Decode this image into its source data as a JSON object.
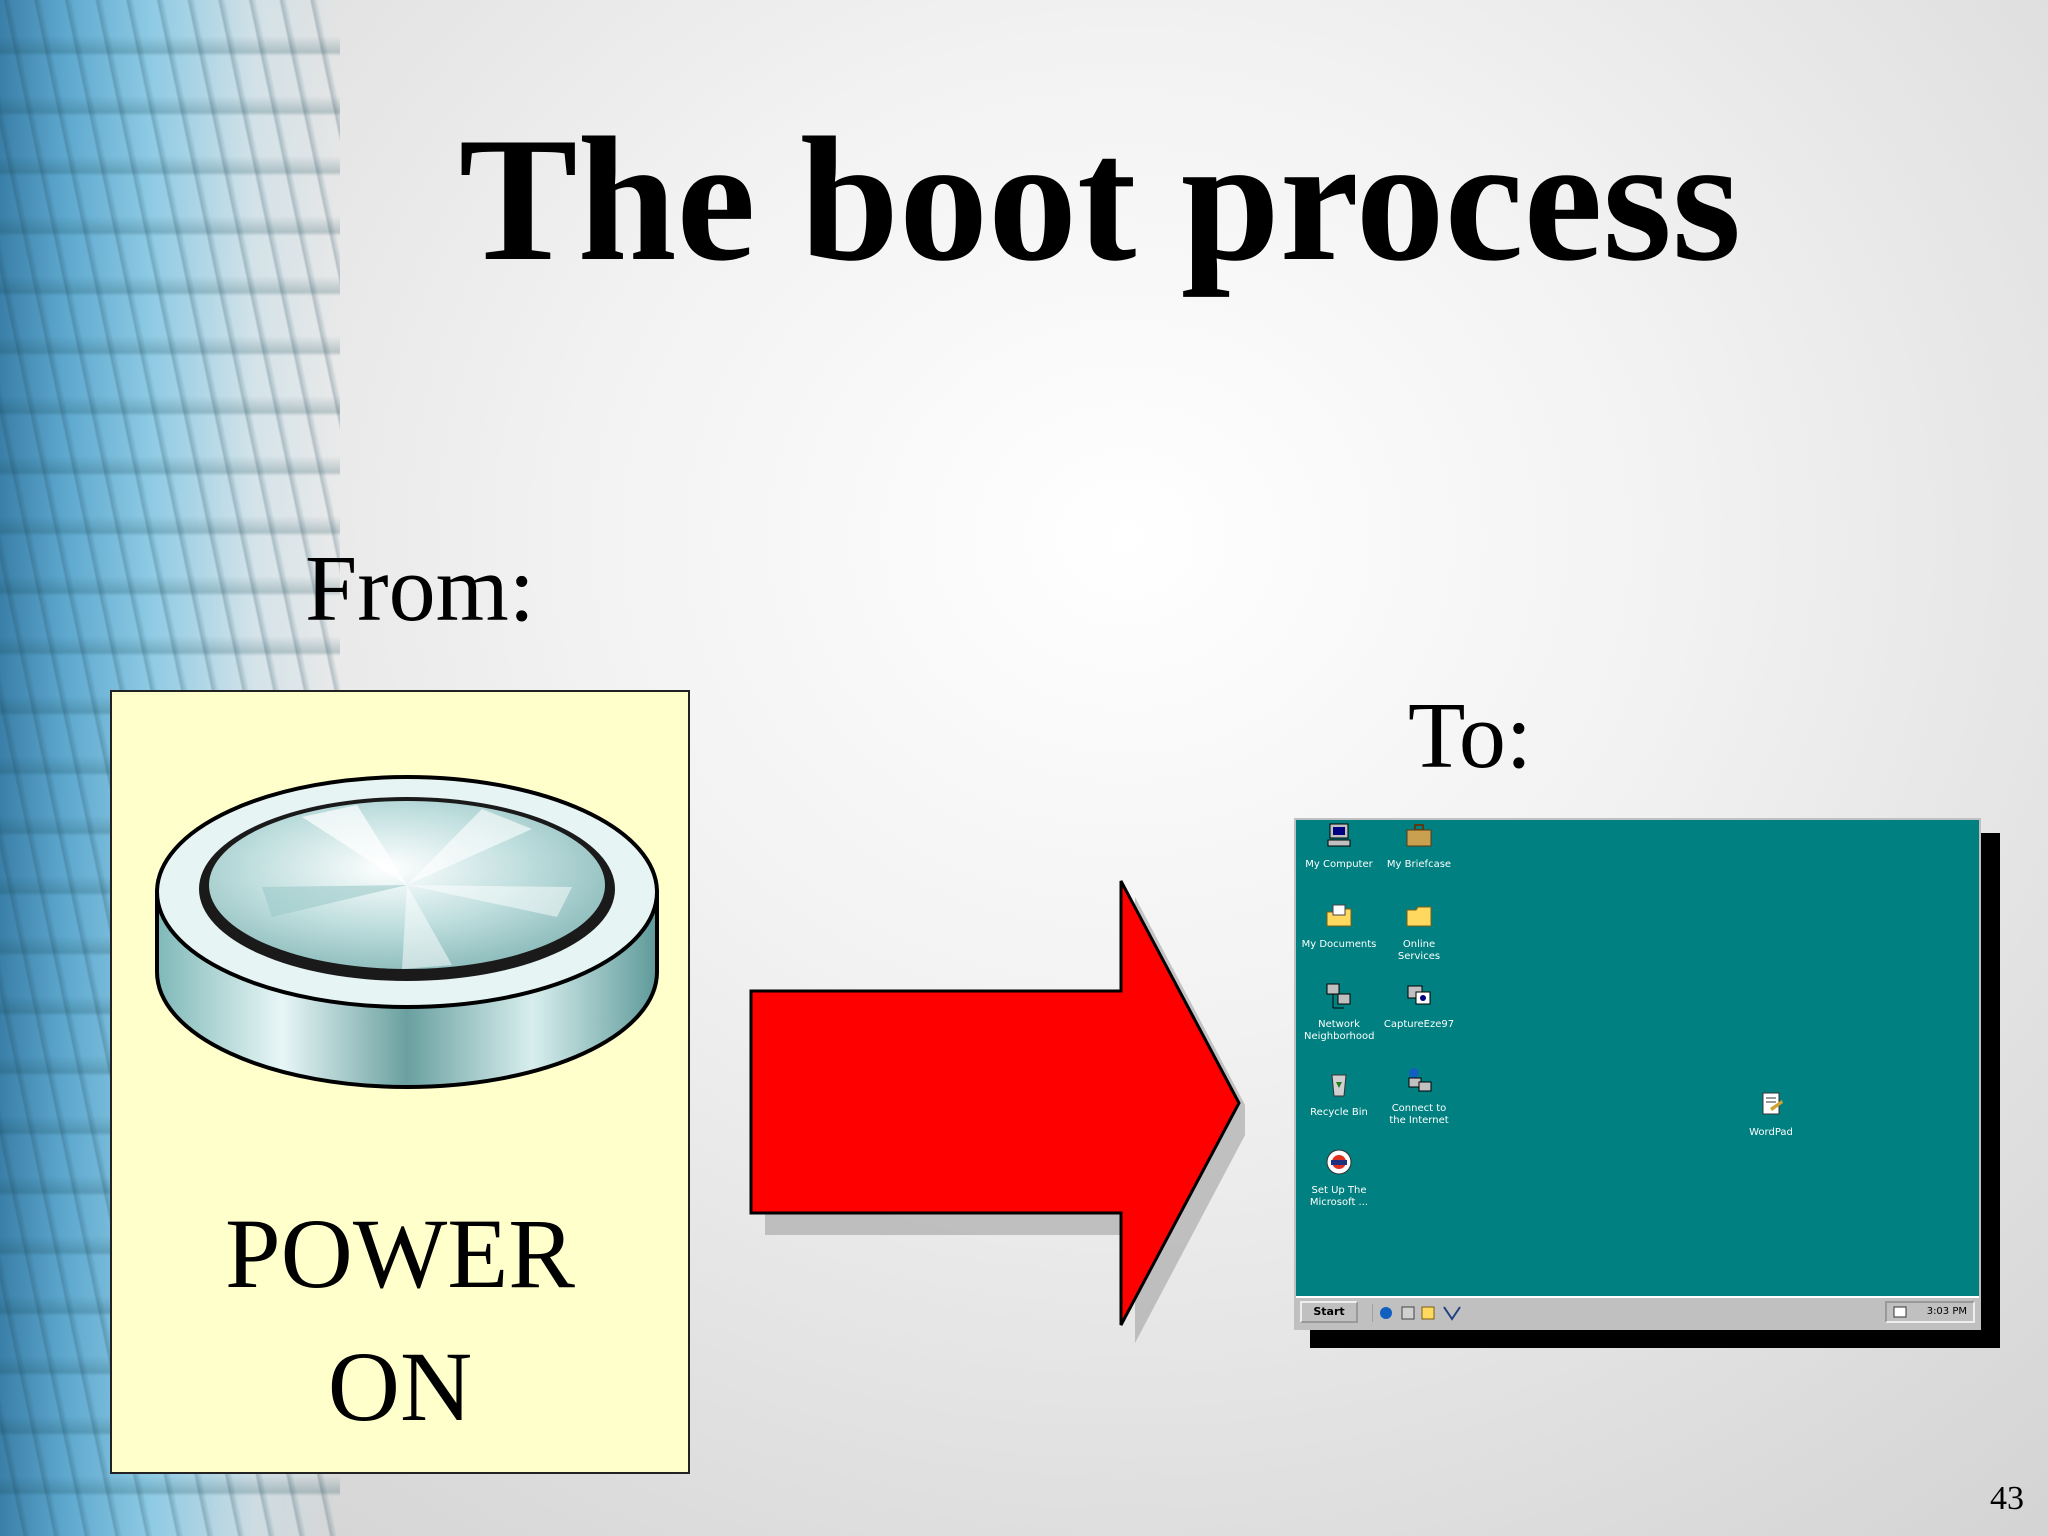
{
  "slide": {
    "title": "The boot process",
    "from_label": "From:",
    "to_label": "To:",
    "power_lines": [
      "POWER",
      "ON"
    ],
    "page_number": "43"
  },
  "desktop": {
    "background_color": "#008080",
    "icons": [
      {
        "label": "My Computer",
        "icon": "computer-icon"
      },
      {
        "label": "My Briefcase",
        "icon": "briefcase-icon"
      },
      {
        "label": "My Documents",
        "icon": "documents-icon"
      },
      {
        "label": "Online Services",
        "icon": "folder-icon"
      },
      {
        "label": "Network Neighborhood",
        "icon": "network-icon"
      },
      {
        "label": "CaptureEze97",
        "icon": "capture-icon"
      },
      {
        "label": "Recycle Bin",
        "icon": "recycle-bin-icon"
      },
      {
        "label": "Connect to the Internet",
        "icon": "connect-internet-icon"
      },
      {
        "label": "Set Up The Microsoft ...",
        "icon": "msn-icon"
      },
      {
        "label": "WordPad",
        "icon": "wordpad-icon"
      }
    ],
    "taskbar": {
      "start_label": "Start",
      "clock": "3:03 PM"
    }
  },
  "colors": {
    "arrow": "#ff0000",
    "power_panel": "#ffffcc",
    "title": "#000000"
  }
}
